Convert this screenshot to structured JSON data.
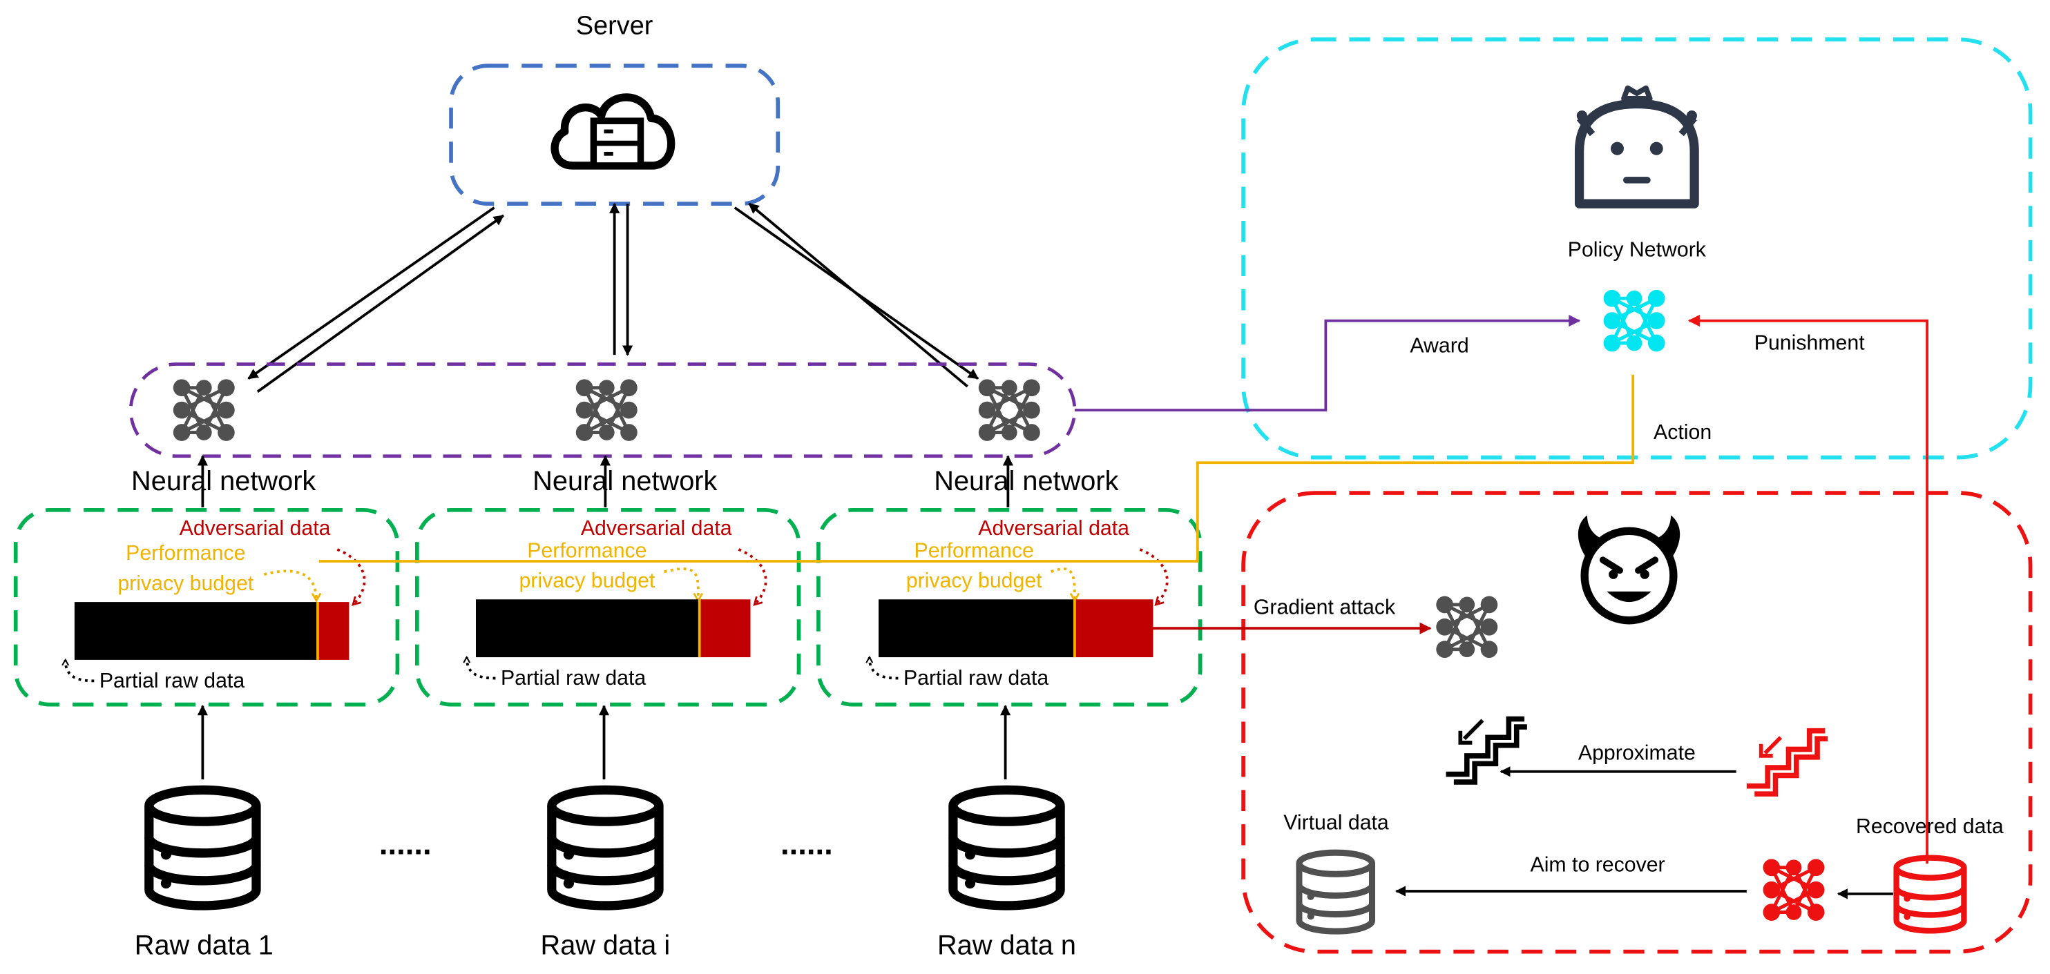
{
  "server": {
    "title": "Server",
    "icon": "cloud-server-icon"
  },
  "clients": [
    {
      "nn_label": "Neural network",
      "adv_label": "Adversarial data",
      "perf_label": "Performance",
      "budget_label": "privacy budget",
      "partial_label": "Partial raw data",
      "raw_label": "Raw data 1"
    },
    {
      "nn_label": "Neural network",
      "adv_label": "Adversarial data",
      "perf_label": "Performance",
      "budget_label": "privacy budget",
      "partial_label": "Partial raw data",
      "raw_label": "Raw data i"
    },
    {
      "nn_label": "Neural network",
      "adv_label": "Adversarial data",
      "perf_label": "Performance",
      "budget_label": "privacy budget",
      "partial_label": "Partial raw data",
      "raw_label": "Raw data n"
    }
  ],
  "ellipses": [
    "......",
    "......"
  ],
  "policy": {
    "title": "Policy Network",
    "award": "Award",
    "punishment": "Punishment",
    "action": "Action",
    "icon": "robot-icon"
  },
  "attack": {
    "gradient_attack": "Gradient attack",
    "approximate": "Approximate",
    "virtual_data": "Virtual data",
    "aim_to_recover": "Aim to recover",
    "recovered_data": "Recovered data",
    "icon": "devil-icon"
  },
  "colors": {
    "server_border": "#4472c4",
    "nn_group_border": "#7030a0",
    "client_border": "#00b050",
    "policy_border": "#22e0ee",
    "attack_border": "#ee1111",
    "adversarial": "#c00000",
    "budget": "#f0b400",
    "policy_net": "#00e5f0",
    "gray_net": "#505050",
    "red_net": "#ee1111",
    "icon_dark": "#2e3748"
  }
}
